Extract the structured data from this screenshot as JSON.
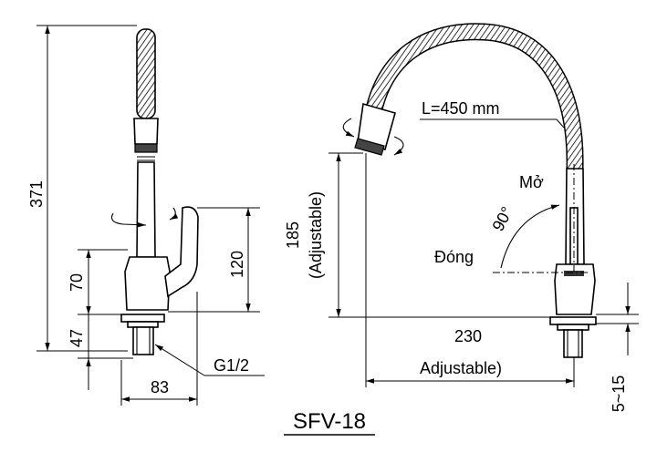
{
  "model": "SFV-18",
  "left_view": {
    "height_total": "371",
    "height_70": "70",
    "height_47": "47",
    "height_120": "120",
    "width_83": "83",
    "thread": "G1/2"
  },
  "right_view": {
    "hose_length": "L=450 mm",
    "height_185": "185",
    "height_adjustable": "(Adjustable)",
    "reach": "230",
    "reach_adjustable": "Adjustable)",
    "angle": "90°",
    "open_label": "Mở",
    "close_label": "Đóng",
    "deck_range": "5~15"
  }
}
